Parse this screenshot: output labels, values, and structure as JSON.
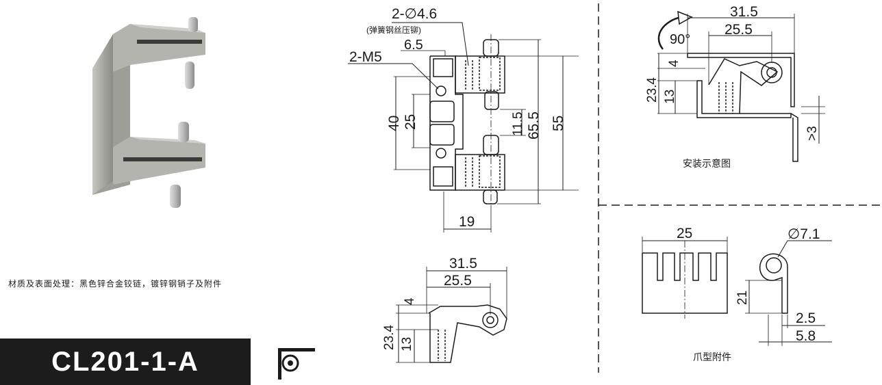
{
  "product": {
    "model": "CL201-1-A",
    "material_text": "材质及表面处理：黑色锌合金铰链，镀锌钢销子及附件"
  },
  "front_view": {
    "rivet_dim": "2-∅4.6",
    "rivet_note": "(弹簧钢丝压铆)",
    "offset_dim": "6.5",
    "thread_dim": "2-M5",
    "dim_40": "40",
    "dim_25": "25",
    "dim_11_5": "11.5",
    "dim_65_5": "65.5",
    "dim_55": "55",
    "dim_19": "19"
  },
  "side_view": {
    "dim_31_5": "31.5",
    "dim_25_5": "25.5",
    "dim_4": "4",
    "dim_23_4": "23.4",
    "dim_13": "13"
  },
  "install_view": {
    "dim_31_5": "31.5",
    "dim_25_5": "25.5",
    "angle": "90°",
    "dim_4": "4",
    "dim_23_4": "23.4",
    "dim_13": "13",
    "dim_gt3": ">3",
    "caption": "安装示意图"
  },
  "claw_view": {
    "dim_25": "25",
    "dim_dia": "∅7.1",
    "dim_21": "21",
    "dim_2_5": "2.5",
    "dim_5_8": "5.8",
    "caption": "爪型附件"
  }
}
